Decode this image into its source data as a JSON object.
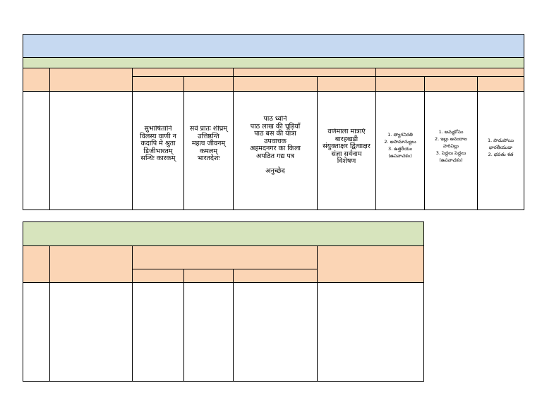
{
  "document": {
    "table1": {
      "title": "",
      "colors": {
        "title_bar": "#c6d9f1",
        "sub_bar": "#d7e4bd",
        "header": "#fbd5b5",
        "border": "#000000"
      },
      "content_cells": {
        "sanskrit_1": "सुभाषितानि\nविलस्य वाणी न\nकदापि मे श्रुता\nडिजीभारतम्\nसन्धिः कारकम्",
        "sanskrit_2": "सर्वे प्रातः शीघ्रम्\nउत्तिष्ठन्ति\nमहत्व जीवनम्\nकमलम्\nभारतदेशः",
        "hindi_lessons": "पाठ    ध्वनि\nपाठ    लाख की चूड़ियाँ\nपाठ    बस की यात्रा\nउपवाचक\nअहमदनगर का किला\nअपठित गद्य पत्र\n\nअनुच्छेद",
        "hindi_grammar": "वर्णमाला मात्राएँ\nबारहखड़ी\nसंयुक्ताक्षर द्वित्वाक्षर\nसंज्ञा सर्वनाम\nविशेषण",
        "telugu_1": "1. త్యాగనిరతి\n2. అసామాన్యులు\n3. ఉత్తరీయం\n(ఉపవాచకం)",
        "telugu_2": "1. అమ్మకోసం\n2. ఇల్లు  ఆనందాల\nహరివిల్లు\n3. పెద్దలు పెద్దలు\n(ఉపవాచకం)",
        "telugu_3": "1. పొడుపోయి\nభారతీయుడా\n2. భవతు శత"
      }
    },
    "table2": {
      "title": "",
      "colors": {
        "title_bar": "#d7e4bd",
        "header": "#fbd5b5",
        "border": "#000000"
      }
    }
  }
}
